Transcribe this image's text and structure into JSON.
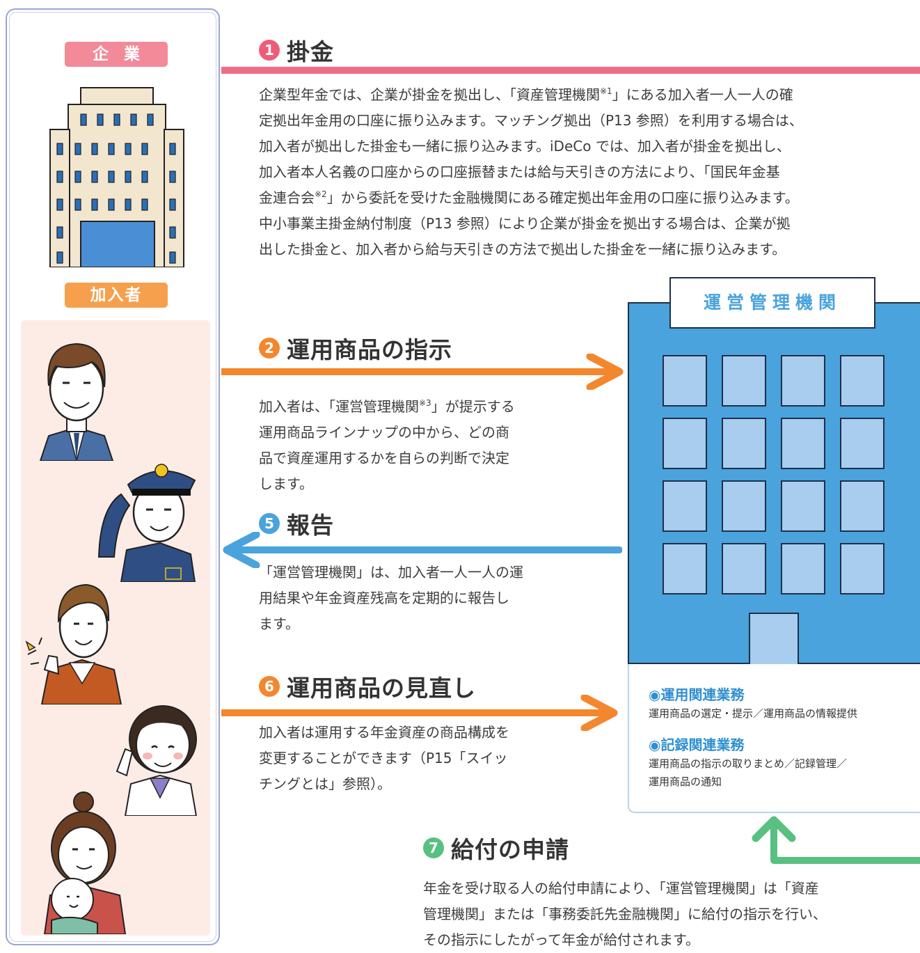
{
  "left": {
    "company_label": "企業",
    "member_label": "加入者"
  },
  "sec1": {
    "num": "1",
    "title": "掛金",
    "lines": [
      [
        "企業型年金では、企業が掛金を拠出し、「資産管理機関",
        "※1",
        "」にある加入者一人一人の確"
      ],
      [
        "定拠出年金用の口座に振り込みます。マッチング拠出（P13 参照）を利用する場合は、"
      ],
      [
        "加入者が拠出した掛金も一緒に振り込みます。iDeCo では、加入者が掛金を拠出し、"
      ],
      [
        "加入者本人名義の口座からの口座振替または給与天引きの方法により、「国民年金基"
      ],
      [
        "金連合会",
        "※2",
        "」から委託を受けた金融機関にある確定拠出年金用の口座に振り込みます。"
      ],
      [
        "中小事業主掛金納付制度（P13 参照）により企業が掛金を拠出する場合は、企業が拠"
      ],
      [
        "出した掛金と、加入者から給与天引きの方法で拠出した掛金を一緒に振り込みます。"
      ]
    ]
  },
  "sec2": {
    "num": "2",
    "title": "運用商品の指示",
    "lines": [
      [
        "加入者は、「運営管理機関",
        "※3",
        "」が提示する"
      ],
      [
        "運用商品ラインナップの中から、どの商"
      ],
      [
        "品で資産運用するかを自らの判断で決定"
      ],
      [
        "します。"
      ]
    ]
  },
  "sec5": {
    "num": "5",
    "title": "報告",
    "lines": [
      [
        "「運営管理機関」は、加入者一人一人の運"
      ],
      [
        "用結果や年金資産残高を定期的に報告し"
      ],
      [
        "ます。"
      ]
    ]
  },
  "sec6": {
    "num": "6",
    "title": "運用商品の見直し",
    "lines": [
      [
        "加入者は運用する年金資産の商品構成を"
      ],
      [
        "変更することができます（P15「スイッ"
      ],
      [
        "チングとは」参照）。"
      ]
    ]
  },
  "sec7": {
    "num": "7",
    "title": "給付の申請",
    "lines": [
      [
        "年金を受け取る人の給付申請により、「運営管理機関」は「資産"
      ],
      [
        "管理機関」または「事務委託先金融機関」に給付の指示を行い、"
      ],
      [
        "その指示にしたがって年金が給付されます。"
      ]
    ]
  },
  "institution": {
    "name": "運営管理機関",
    "task1_title": "◉運用関連業務",
    "task1_text": "運用商品の選定・提示／運用商品の情報提供",
    "task2_title": "◉記録関連業務",
    "task2_lines": [
      "運用商品の指示の取りまとめ／記録管理／",
      "運用商品の通知"
    ]
  },
  "colors": {
    "pink": "#ee5d78",
    "orange": "#f3872e",
    "blue": "#4aa3dc",
    "green": "#58c080"
  }
}
